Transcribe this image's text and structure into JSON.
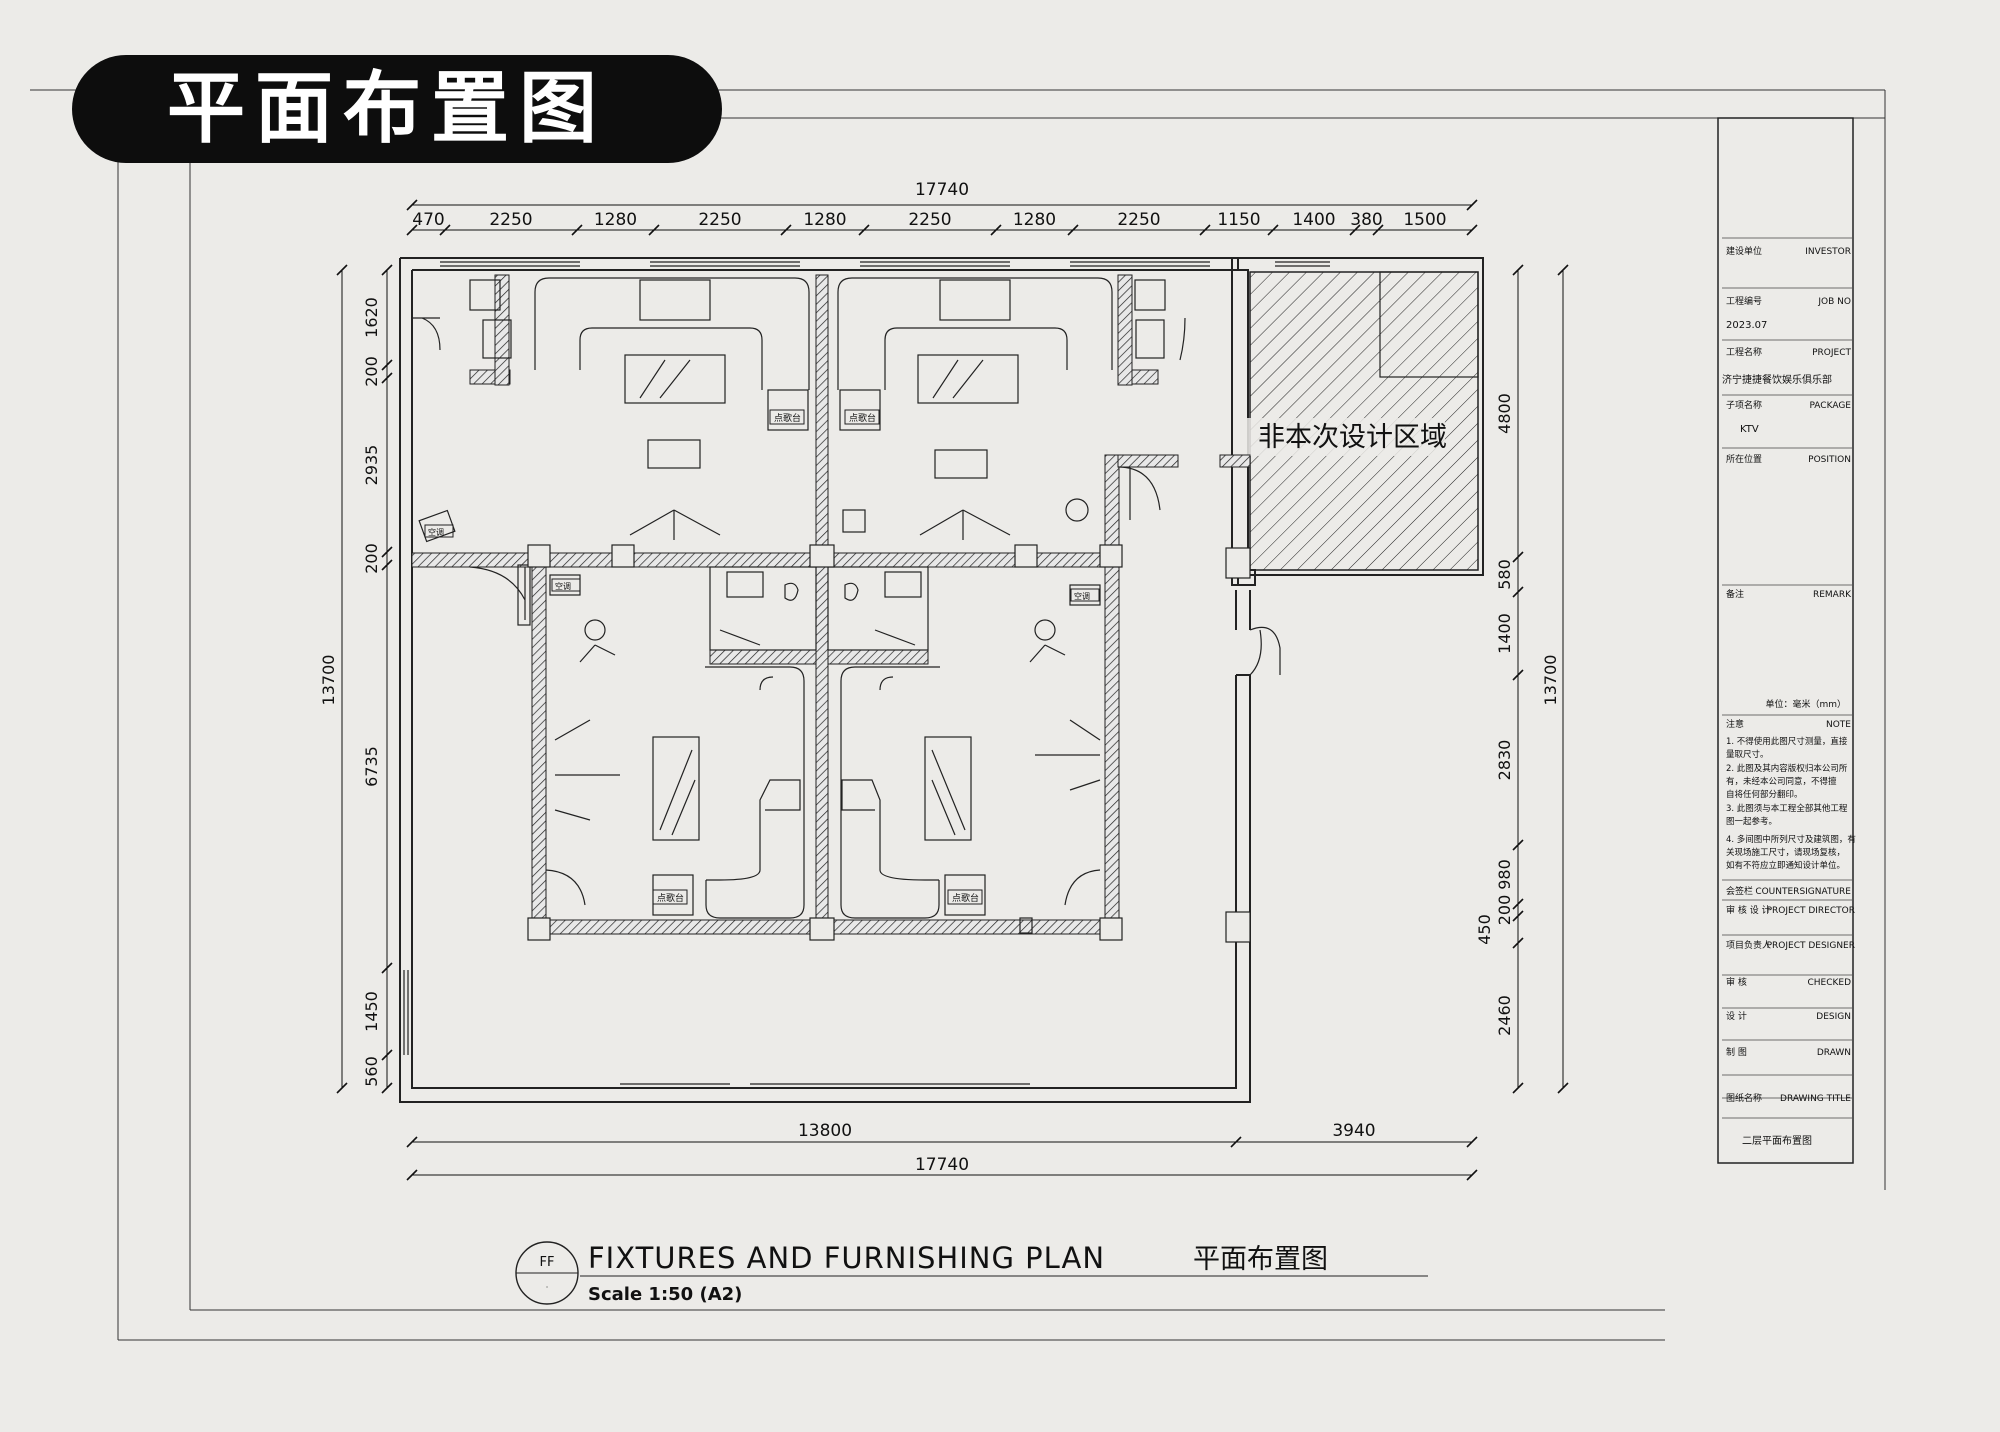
{
  "banner": {
    "title": "平面布置图"
  },
  "plan": {
    "top_overall": "17740",
    "top_segments": [
      "470",
      "2250",
      "1280",
      "2250",
      "1280",
      "2250",
      "1280",
      "2250",
      "1150",
      "1400",
      "380",
      "1500"
    ],
    "left_overall": "13700",
    "left_segments": [
      "1620",
      "200",
      "2935",
      "200",
      "6735",
      "1450",
      "560"
    ],
    "right_overall": "13700",
    "right_segments": [
      "4800",
      "580",
      "1400",
      "2830",
      "980",
      "200",
      "450",
      "2460"
    ],
    "bottom_segments": [
      "13800",
      "3940"
    ],
    "bottom_overall": "17740",
    "excluded_area_label": "非本次设计区域",
    "room_tag": "点歌台",
    "ac_tag": "空调"
  },
  "drawing_title": {
    "symbol": "FF",
    "title_en": "FIXTURES AND FURNISHING PLAN",
    "title_cn": "平面布置图",
    "scale": "Scale 1:50 (A2)"
  },
  "title_block": {
    "investor_cn": "建设单位",
    "investor_en": "INVESTOR",
    "jobno_cn": "工程编号",
    "jobno_en": "JOB NO",
    "jobno_value": "2023.07",
    "project_cn": "工程名称",
    "project_en": "PROJECT",
    "project_value": "济宁捷捷餐饮娱乐俱乐部",
    "package_cn": "子项名称",
    "package_en": "PACKAGE",
    "package_value": "KTV",
    "position_cn": "所在位置",
    "position_en": "POSITION",
    "remark_cn": "备注",
    "remark_en": "REMARK",
    "unit": "单位：毫米（mm）",
    "note_cn": "注意",
    "note_en": "NOTE",
    "notes": [
      "1. 不得使用此图尺寸测量，直接",
      "    量取尺寸。",
      "2. 此图及其内容版权归本公司所",
      "    有，未经本公司同意，不得擅",
      "    自将任何部分翻印。",
      "3. 此图须与本工程全部其他工程",
      "    图一起参考。",
      "4. 多间图中所列尺寸及建筑图，有",
      "    关现场施工尺寸，请现场复核，",
      "    如有不符应立即通知设计单位。"
    ],
    "countersign_cn": "会签栏",
    "countersign_en": "COUNTERSIGNATURE",
    "director_cn": "审 核 设 计",
    "director_en": "PROJECT DIRECTOR",
    "designer_cn": "项目负责人",
    "designer_en": "PROJECT DESIGNER",
    "checked_cn": "审    核",
    "checked_en": "CHECKED",
    "design_cn": "设    计",
    "design_en": "DESIGN",
    "drawn_cn": "制    图",
    "drawn_en": "DRAWN",
    "drawing_title_cn": "图纸名称",
    "drawing_title_en": "DRAWING TITLE",
    "drawing_title_value": "二层平面布置图"
  }
}
